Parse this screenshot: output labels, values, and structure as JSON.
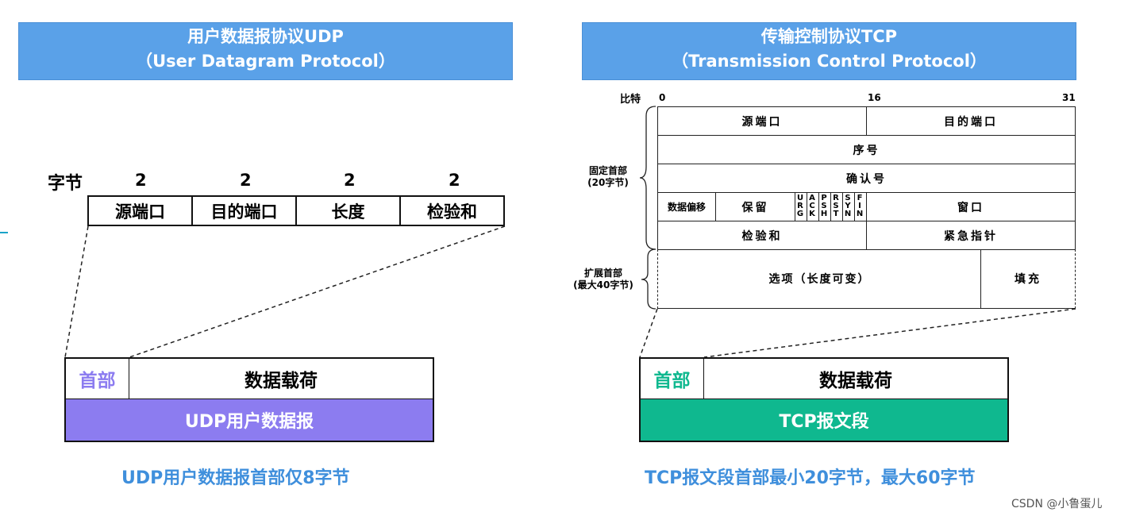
{
  "udp": {
    "title_line1": "用户数据报协议UDP",
    "title_line2": "（User Datagram Protocol）",
    "byte_label": "字节",
    "byte_sizes": [
      "2",
      "2",
      "2",
      "2"
    ],
    "fields": [
      "源端口",
      "目的端口",
      "长度",
      "检验和"
    ],
    "header_label": "首部",
    "payload_label": "数据载荷",
    "packet_label": "UDP用户数据报",
    "caption": "UDP用户数据报首部仅8字节"
  },
  "tcp": {
    "title_line1": "传输控制协议TCP",
    "title_line2": "（Transmission Control Protocol）",
    "bit_label": "比特",
    "bit_marks": [
      "0",
      "16",
      "31"
    ],
    "fixed_header_line1": "固定首部",
    "fixed_header_line2": "(20字节)",
    "ext_header_line1": "扩展首部",
    "ext_header_line2": "(最大40字节)",
    "fields": {
      "src_port": "源端口",
      "dst_port": "目的端口",
      "seq": "序号",
      "ack": "确认号",
      "data_offset": "数据偏移",
      "reserved": "保留",
      "flags": [
        "URG",
        "ACK",
        "PSH",
        "RST",
        "SYN",
        "FIN"
      ],
      "window": "窗口",
      "checksum": "检验和",
      "urgent": "紧急指针",
      "options": "选项（长度可变）",
      "padding": "填充"
    },
    "header_label": "首部",
    "payload_label": "数据载荷",
    "packet_label": "TCP报文段",
    "caption": "TCP报文段首部最小20字节，最大60字节"
  },
  "watermark": "CSDN @小鲁蛋儿",
  "colors": {
    "banner_blue": "#5aa1e8",
    "udp_purple": "#8c7cf0",
    "tcp_green": "#0fb88f",
    "caption_blue": "#3f8fdc",
    "udp_header_text": "#8c7cf0",
    "tcp_header_text": "#0fb88f"
  }
}
